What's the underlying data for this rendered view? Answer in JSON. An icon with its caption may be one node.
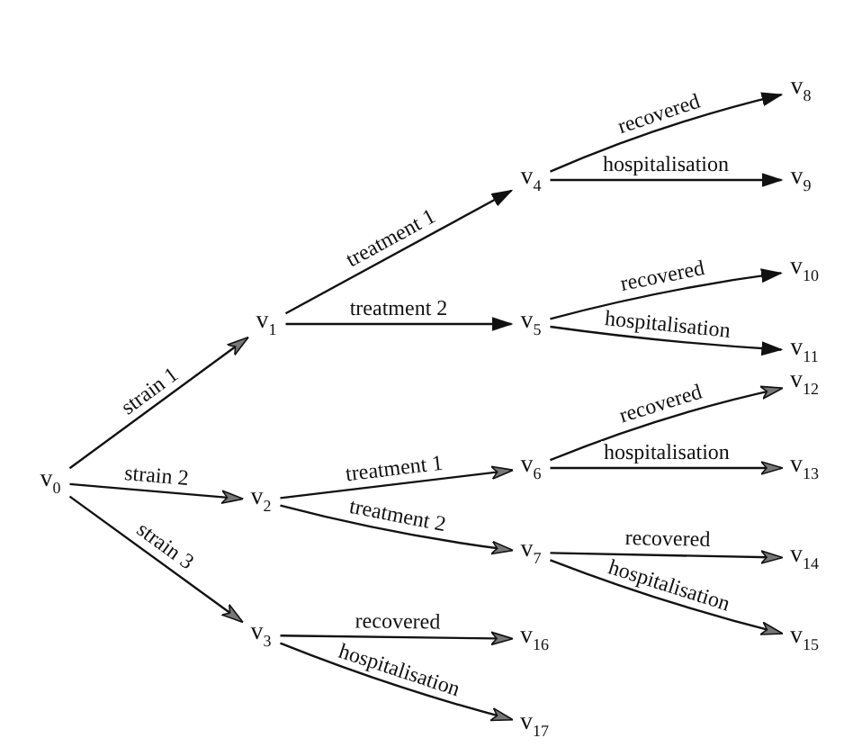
{
  "diagram": {
    "nodes": [
      {
        "text": [
          "v$_{0}$"
        ]
      },
      {
        "text": [
          "v$_{1}$"
        ]
      },
      {
        "text": [
          "v$_{2}$"
        ]
      },
      {
        "text": [
          "v$_{3}$"
        ]
      },
      {
        "text": [
          "v$_{4}$"
        ]
      },
      {
        "text": [
          "v$_{5}$"
        ]
      },
      {
        "text": [
          "v$_{6}$"
        ]
      },
      {
        "text": [
          "v$_{7}$"
        ]
      },
      {
        "text": [
          "v$_{8}$"
        ]
      },
      {
        "text": [
          "v$_{9}$"
        ]
      },
      {
        "text": [
          "v$_{10}$"
        ]
      },
      {
        "text": [
          "v$_{11}$"
        ]
      },
      {
        "text": [
          "v$_{12}$"
        ]
      },
      {
        "text": [
          "v$_{13}$"
        ]
      },
      {
        "text": [
          "v$_{14}$"
        ]
      },
      {
        "text": [
          "v$_{15}$"
        ]
      },
      {
        "text": [
          "v$_{16}$"
        ]
      },
      {
        "text": [
          "v$_{17}$"
        ]
      }
    ],
    "edges": [
      {
        "from": 0,
        "to": 1,
        "arrow": "to",
        "label": "strain 1"
      },
      {
        "from": 0,
        "to": 2,
        "arrow": "to",
        "label": "strain 2"
      },
      {
        "from": 0,
        "to": 3,
        "arrow": "to",
        "label": "strain 3"
      },
      {
        "from": 1,
        "to": 4,
        "arrow": "to",
        "label": "treatment 1"
      },
      {
        "from": 1,
        "to": 5,
        "arrow": "to",
        "label": "treatment 2"
      },
      {
        "from": 2,
        "to": 6,
        "arrow": "to",
        "label": "treatment 1"
      },
      {
        "from": 2,
        "to": 7,
        "arrow": "to",
        "label": "treatment 2"
      },
      {
        "from": 3,
        "to": 16,
        "arrow": "to",
        "label": "recovered"
      },
      {
        "from": 3,
        "to": 17,
        "arrow": "to",
        "label": "hospitalisation"
      },
      {
        "from": 4,
        "to": 8,
        "arrow": "to",
        "label": "recovered"
      },
      {
        "from": 4,
        "to": 9,
        "arrow": "to",
        "label": "hospitalisation"
      },
      {
        "from": 5,
        "to": 10,
        "arrow": "to",
        "label": "recovered"
      },
      {
        "from": 5,
        "to": 11,
        "arrow": "to",
        "label": "hospitalisation"
      },
      {
        "from": 6,
        "to": 12,
        "arrow": "to",
        "label": "recovered"
      },
      {
        "from": 6,
        "to": 13,
        "arrow": "to",
        "label": "hospitalisation"
      },
      {
        "from": 7,
        "to": 14,
        "arrow": "to",
        "label": "recovered"
      },
      {
        "from": 7,
        "to": 15,
        "arrow": "to",
        "label": "hospitalisation"
      }
    ]
  }
}
